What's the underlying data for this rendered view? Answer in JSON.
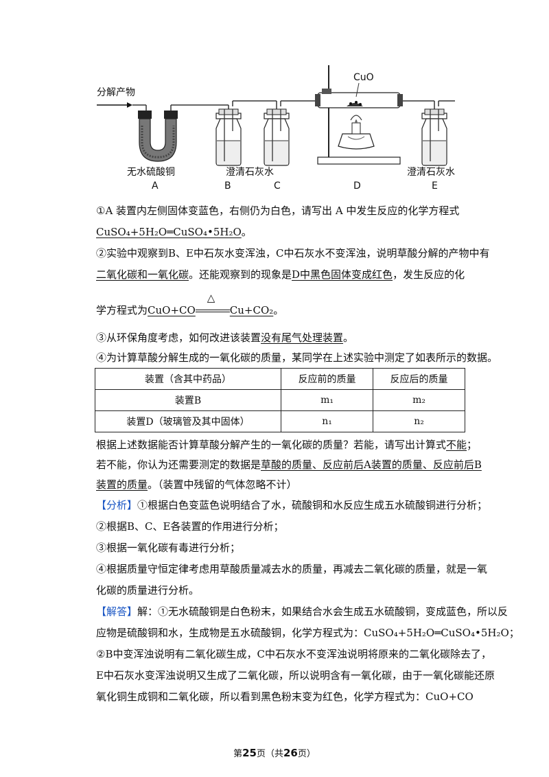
{
  "diagram": {
    "input_label": "分解产物",
    "cuo_label": "CuO",
    "label_a_sub": "无水硫酸铜",
    "label_bc_sub": "澄清石灰水",
    "label_e_sub": "澄清石灰水",
    "letters": [
      "A",
      "B",
      "C",
      "D",
      "E"
    ]
  },
  "q1": {
    "text": "①A 装置内左侧固体变蓝色，右侧仍为白色，请写出 A 中发生反应的化学方程式",
    "answer": "CuSO₄+5H₂O═CuSO₄•5H₂O",
    "end": "。"
  },
  "q2": {
    "line1": "②实验中观察到B、E中石灰水变浑浊，C中石灰水不变浑浊，说明草酸分解的产物中有",
    "answer1": "二氧化碳和一氧化碳",
    "mid": "。还能观察到的现象是",
    "answer2": "D中黑色固体变成红色",
    "after": "，发生反应的化",
    "line3_prefix": "学方程式为",
    "eq_left": "CuO+CO",
    "eq_cond": "△",
    "eq_right": "Cu+CO₂",
    "end": "。"
  },
  "q3": {
    "text": "③从环保角度考虑，如何改进该装置",
    "answer": "没有尾气处理装置",
    "end": "。"
  },
  "q4": {
    "text": "④为计算草酸分解生成的一氧化碳的质量，某同学在上述实验中测定了如表所示的数据。"
  },
  "table": {
    "headers": [
      "装置（含其中药品）",
      "反应前的质量",
      "反应后的质量"
    ],
    "rows": [
      [
        "装置B",
        "m₁",
        "m₂"
      ],
      [
        "装置D（玻璃管及其中固体）",
        "n₁",
        "n₂"
      ]
    ]
  },
  "after_table": {
    "line1": "根据上述数据能否计算草酸分解产生的一氧化碳的质量？若能，请写出计算式",
    "answer1": "不能",
    "line1_end": "；",
    "line2": "若不能，你认为还需要测定的数据是",
    "answer2a": "草酸的质量、反应前后A装置的质量、反应前后B",
    "answer2b": "装置的质量",
    "line3_end": "。（装置中残留的气体忽略不计）"
  },
  "analysis": {
    "tag": "【分析】",
    "p1": "①根据白色变蓝色说明结合了水，硫酸铜和水反应生成五水硫酸铜进行分析；",
    "p2": "②根据B、C、E各装置的作用进行分析；",
    "p3": "③根据一氧化碳有毒进行分析；",
    "p4a": "④根据质量守恒定律考虑用草酸质量减去水的质量，再减去二氧化碳的质量，就是一氧",
    "p4b": "化碳的质量进行分析。"
  },
  "solution": {
    "tag": "【解答】",
    "p1a": "解：①无水硫酸铜是白色粉末，如果结合水会生成五水硫酸铜，变成蓝色，所以反",
    "p1b": "应物是硫酸铜和水，生成物是五水硫酸铜，化学方程式为：CuSO₄+5H₂O═CuSO₄•5H₂O；",
    "p2a": "②B中变浑浊说明有二氧化碳生成，C中石灰水不变浑浊说明将原来的二氧化碳除去了，",
    "p2b": "E中石灰水变浑浊说明又生成了二氧化碳，所以说明含有一氧化碳，由于一氧化碳能还原",
    "p2c": "氧化铜生成铜和二氧化碳，所以看到黑色粉末变为红色，化学方程式为：CuO+CO"
  },
  "footer": {
    "prefix": "第",
    "page": "25",
    "mid": "页（共",
    "total": "26",
    "suffix": "页）"
  }
}
